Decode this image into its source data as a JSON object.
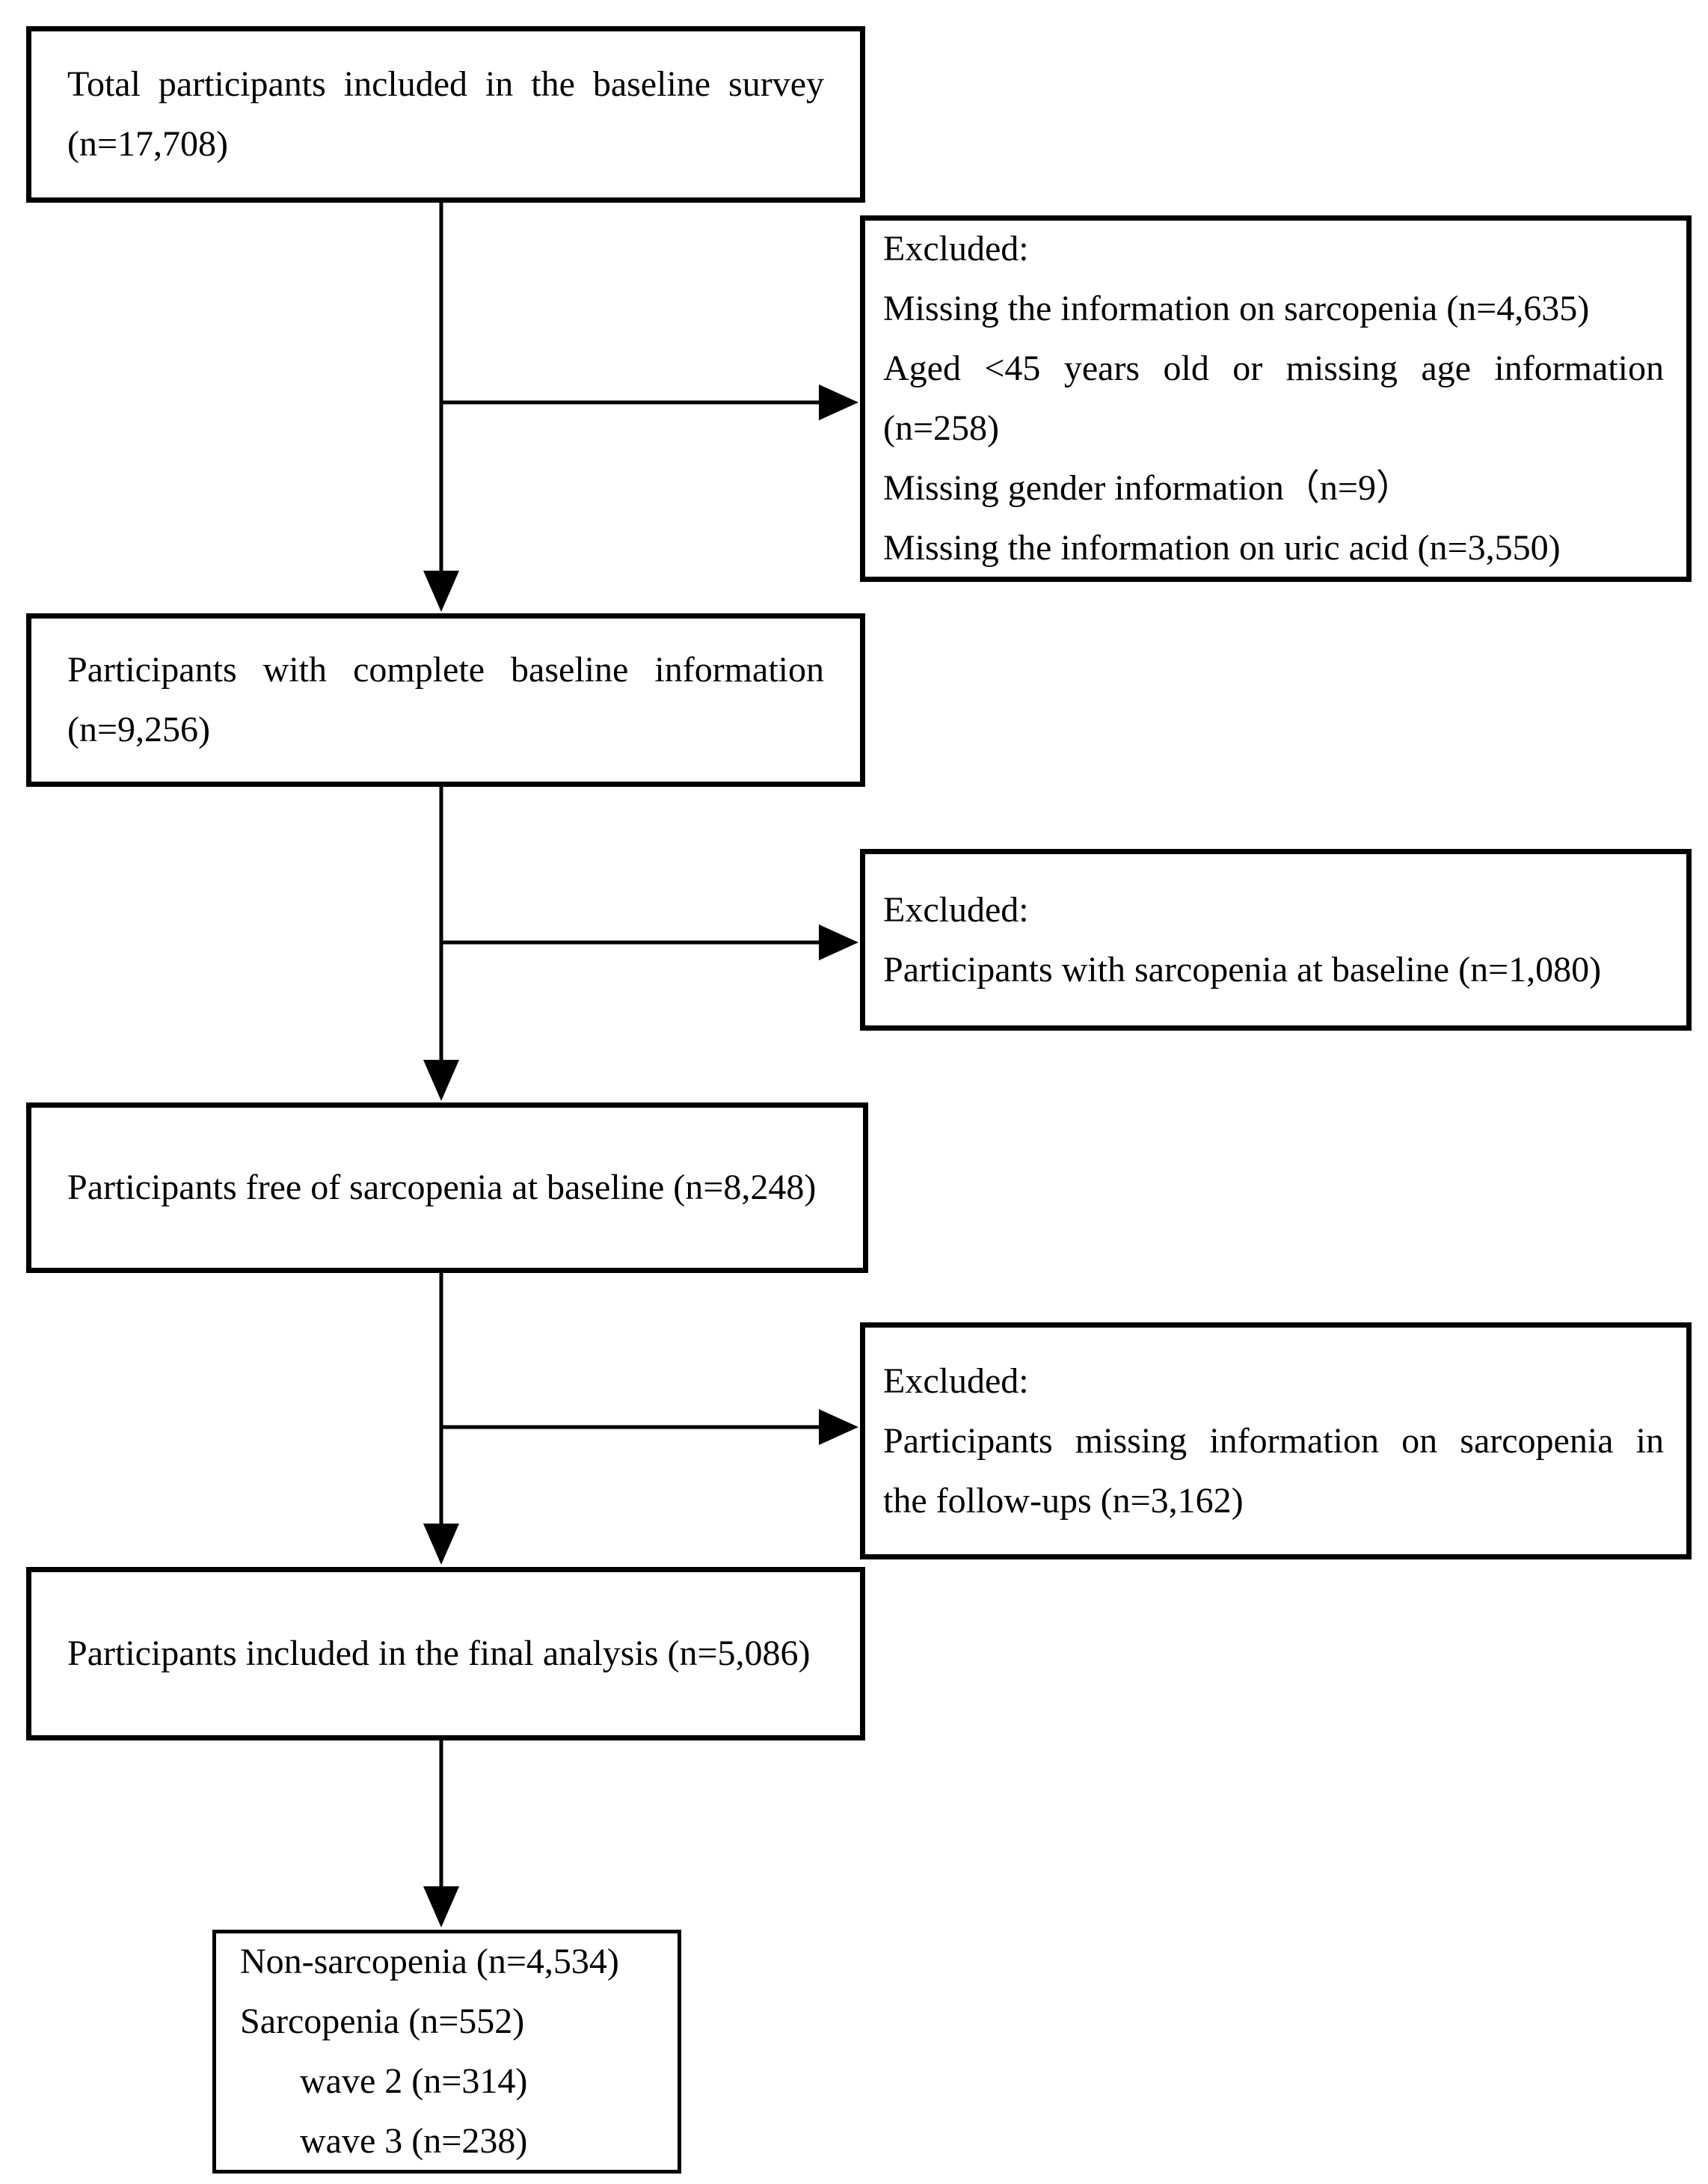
{
  "figure": {
    "type": "participant-flow-diagram",
    "colors": {
      "ink": "#000000",
      "background": "#ffffff"
    }
  },
  "nodes": {
    "baseline_survey": {
      "lines": [
        {
          "text": "Total participants included in the baseline survey"
        },
        {
          "text": "(n=17,708)"
        }
      ],
      "n": 17708
    },
    "excluded_baseline": {
      "lines": [
        {
          "text": "Excluded:"
        },
        {
          "text": "Missing the information on sarcopenia (n=4,635)"
        },
        {
          "text": "Aged <45 years old or missing age information"
        },
        {
          "text": "(n=258)"
        },
        {
          "text": "Missing gender information（n=9）"
        },
        {
          "text": "Missing the information on uric acid (n=3,550)"
        }
      ]
    },
    "complete_baseline": {
      "lines": [
        {
          "text": "Participants with complete baseline information"
        },
        {
          "text": "(n=9,256)"
        }
      ],
      "n": 9256
    },
    "excluded_sarcopenia_baseline": {
      "lines": [
        {
          "text": "Excluded:"
        },
        {
          "text": "Participants with sarcopenia at baseline (n=1,080)"
        }
      ],
      "n": 1080
    },
    "free_of_sarcopenia": {
      "lines": [
        {
          "text": "Participants free of sarcopenia at baseline (n=8,248)"
        }
      ],
      "n": 8248
    },
    "excluded_followup": {
      "lines": [
        {
          "text": "Excluded:"
        },
        {
          "text": "Participants missing information on sarcopenia in"
        },
        {
          "text": "the follow-ups (n=3,162)"
        }
      ],
      "n": 3162
    },
    "final_analysis": {
      "lines": [
        {
          "text": "Participants included in the final analysis (n=5,086)"
        }
      ],
      "n": 5086
    },
    "outcome": {
      "lines": [
        {
          "text": "Non-sarcopenia (n=4,534)"
        },
        {
          "text": "Sarcopenia (n=552)"
        },
        {
          "text": "wave 2 (n=314)"
        },
        {
          "text": "wave 3 (n=238)"
        }
      ]
    }
  },
  "edges": [
    {
      "from": "baseline_survey",
      "to": "excluded_baseline"
    },
    {
      "from": "baseline_survey",
      "to": "complete_baseline"
    },
    {
      "from": "complete_baseline",
      "to": "excluded_sarcopenia_baseline"
    },
    {
      "from": "complete_baseline",
      "to": "free_of_sarcopenia"
    },
    {
      "from": "free_of_sarcopenia",
      "to": "excluded_followup"
    },
    {
      "from": "free_of_sarcopenia",
      "to": "final_analysis"
    },
    {
      "from": "final_analysis",
      "to": "outcome"
    }
  ]
}
